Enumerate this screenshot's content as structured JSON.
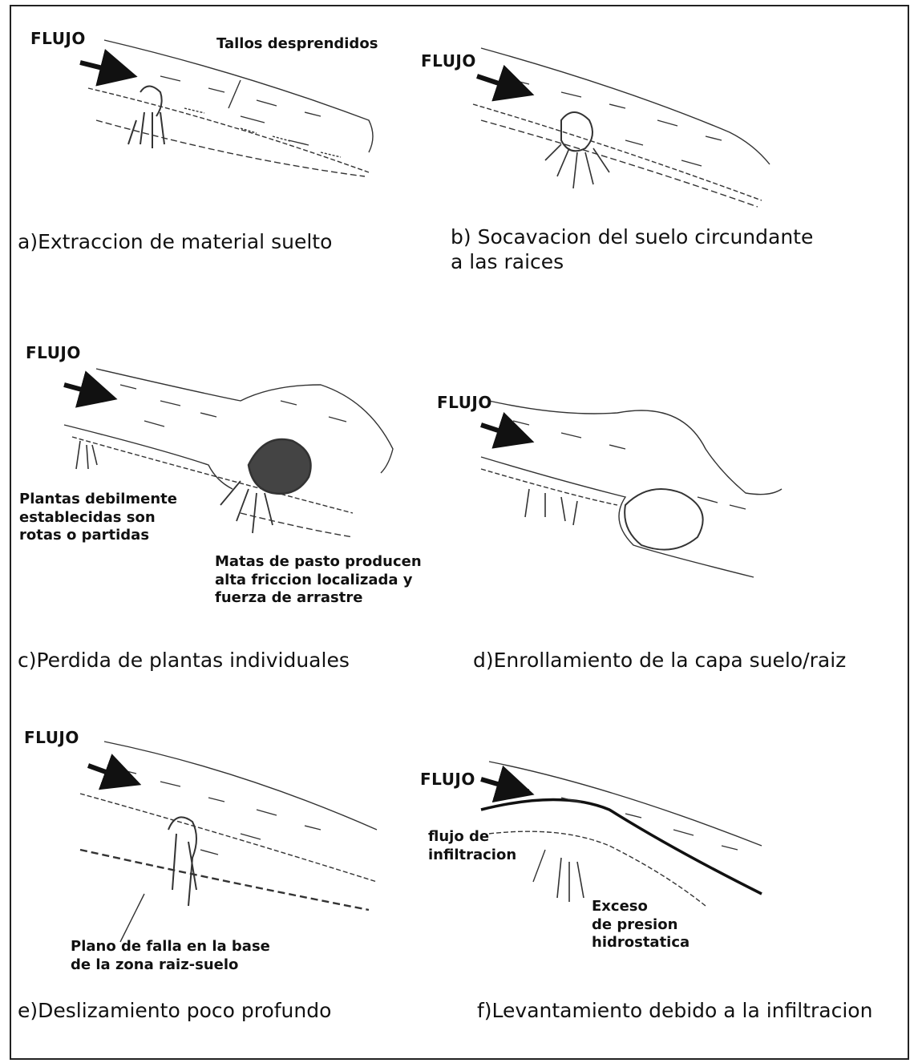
{
  "panels": [
    {
      "id": "a",
      "flujo": "FLUJO",
      "caption": [
        "a)Extraccion de material suelto"
      ],
      "annotations": [
        {
          "name": "tallos-desprendidos-label",
          "lines": [
            "Tallos desprendidos"
          ]
        }
      ]
    },
    {
      "id": "b",
      "flujo": "FLUJO",
      "caption": [
        "b) Socavacion del suelo circundante",
        "a las raices"
      ],
      "annotations": []
    },
    {
      "id": "c",
      "flujo": "FLUJO",
      "caption": [
        "c)Perdida de plantas individuales"
      ],
      "annotations": [
        {
          "name": "plantas-debilmente-label",
          "lines": [
            "Plantas debilmente",
            "establecidas son",
            "rotas o partidas"
          ]
        },
        {
          "name": "matas-de-pasto-label",
          "lines": [
            "Matas de pasto producen",
            "alta friccion localizada y",
            "fuerza de arrastre"
          ]
        }
      ]
    },
    {
      "id": "d",
      "flujo": "FLUJO",
      "caption": [
        "d)Enrollamiento de la capa suelo/raiz"
      ],
      "annotations": []
    },
    {
      "id": "e",
      "flujo": "FLUJO",
      "caption": [
        "e)Deslizamiento poco profundo"
      ],
      "annotations": [
        {
          "name": "plano-de-falla-label",
          "lines": [
            "Plano de falla en la base",
            "de la zona raiz-suelo"
          ]
        }
      ]
    },
    {
      "id": "f",
      "flujo": "FLUJO",
      "caption": [
        "f)Levantamiento debido a la infiltracion"
      ],
      "annotations": [
        {
          "name": "flujo-infiltracion-label",
          "lines": [
            "flujo de",
            "infiltracion"
          ]
        },
        {
          "name": "exceso-presion-label",
          "lines": [
            "Exceso",
            "de presion",
            "hidrostatica"
          ]
        }
      ]
    }
  ]
}
